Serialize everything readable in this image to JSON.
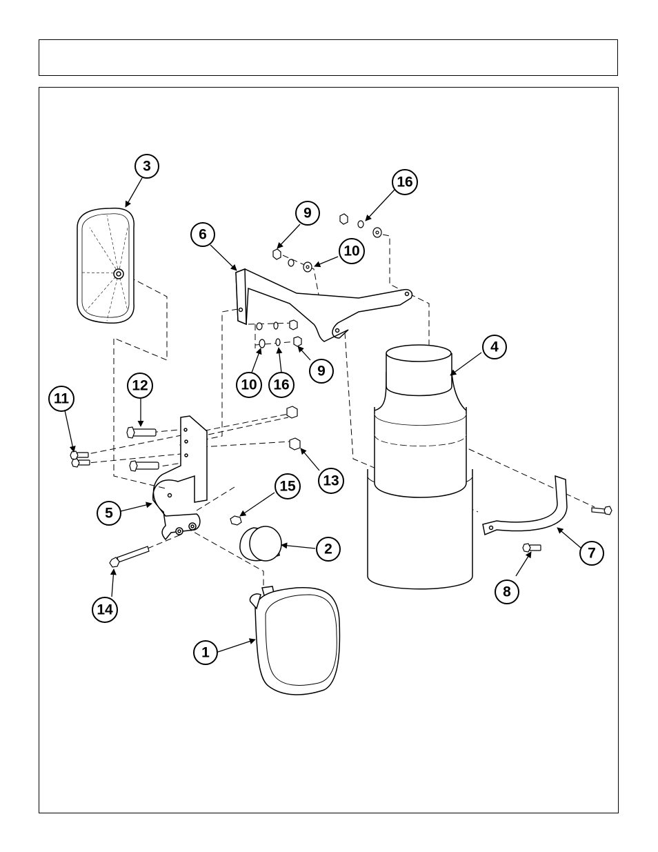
{
  "header": {
    "title": ""
  },
  "callouts": [
    {
      "id": "callout-3",
      "label": "3"
    },
    {
      "id": "callout-6",
      "label": "6"
    },
    {
      "id": "callout-9a",
      "label": "9"
    },
    {
      "id": "callout-10a",
      "label": "10"
    },
    {
      "id": "callout-16a",
      "label": "16"
    },
    {
      "id": "callout-4",
      "label": "4"
    },
    {
      "id": "callout-10b",
      "label": "10"
    },
    {
      "id": "callout-16b",
      "label": "16"
    },
    {
      "id": "callout-9b",
      "label": "9"
    },
    {
      "id": "callout-11",
      "label": "11"
    },
    {
      "id": "callout-12",
      "label": "12"
    },
    {
      "id": "callout-13",
      "label": "13"
    },
    {
      "id": "callout-15",
      "label": "15"
    },
    {
      "id": "callout-5",
      "label": "5"
    },
    {
      "id": "callout-2",
      "label": "2"
    },
    {
      "id": "callout-7",
      "label": "7"
    },
    {
      "id": "callout-8",
      "label": "8"
    },
    {
      "id": "callout-14",
      "label": "14"
    },
    {
      "id": "callout-1",
      "label": "1"
    }
  ]
}
